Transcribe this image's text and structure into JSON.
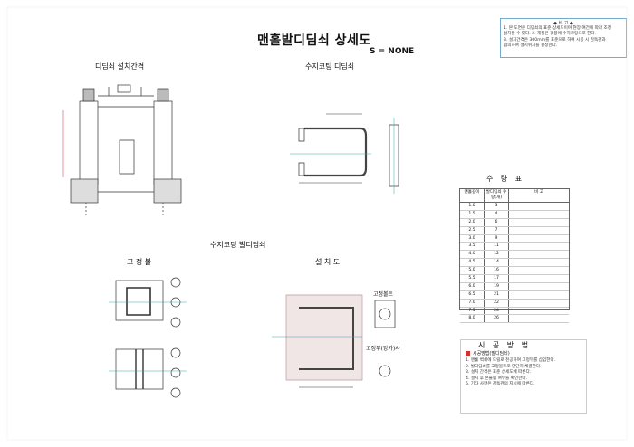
{
  "title": "맨홀발디딤쇠 상세도",
  "scale": "S = NONE",
  "sections": {
    "spacing": "디딤쇠 설치간격",
    "resin_detail": "수지코팅 디딤쇠",
    "resin_rung": "수지코팅 발디딤쇠",
    "fixing": "고 정 볼",
    "install": "설 치 도",
    "quantity": "수 량 표",
    "method": "시 공 방 법"
  },
  "labels": {
    "fix_bolt": "고정볼트",
    "anchor": "고정부(앙카)사"
  },
  "notes": {
    "title": "◆ 비 고 ◆",
    "lines": [
      "1. 본 도면은 디딤쇠의 표준 상세도이며 현장 여건에 따라 조정",
      "   설치할 수 있다. 2. 재질은 강봉에 수지코팅으로 한다.",
      "3. 설치간격은 300mm를 표준으로 하며 시공 시 감독관과",
      "   협의하여 설치위치를 결정한다."
    ]
  },
  "table": {
    "headers": [
      "맨홀깊이",
      "발디딤쇠 수량(개)",
      "비 고"
    ],
    "rows": [
      [
        "1.0",
        "3"
      ],
      [
        "1.5",
        "4"
      ],
      [
        "2.0",
        "6"
      ],
      [
        "2.5",
        "7"
      ],
      [
        "3.0",
        "9"
      ],
      [
        "3.5",
        "11"
      ],
      [
        "4.0",
        "12"
      ],
      [
        "4.5",
        "14"
      ],
      [
        "5.0",
        "16"
      ],
      [
        "5.5",
        "17"
      ],
      [
        "6.0",
        "19"
      ],
      [
        "6.5",
        "21"
      ],
      [
        "7.0",
        "22"
      ],
      [
        "7.5",
        "24"
      ],
      [
        "8.0",
        "26"
      ]
    ]
  },
  "method": {
    "sub": "시공방법(발디딤쇠)",
    "lines": [
      "1. 맨홀 벽체에 드릴로 천공하여 고정부를 삽입한다.",
      "2. 발디딤쇠를 고정볼트로 단단히 체결한다.",
      "3. 설치 간격은 표준 상세도에 따른다.",
      "4. 설치 후 흔들림 여부를 확인한다.",
      "5. 기타 사항은 감독관의 지시에 따른다."
    ]
  }
}
